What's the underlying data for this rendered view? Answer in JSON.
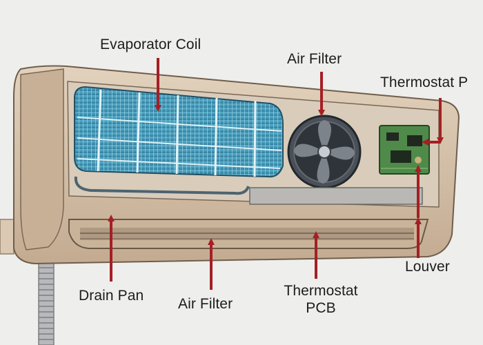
{
  "labels": {
    "evaporator_coil": "Evaporator Coil",
    "air_filter_top": "Air Filter",
    "thermostat_top": "Thermostat P",
    "louver": "Louver",
    "drain_pan": "Drain Pan",
    "air_filter_bottom": "Air Filter",
    "thermostat_bottom_line1": "Thermostat",
    "thermostat_bottom_line2": "PCB"
  },
  "colors": {
    "background": "#eeeeec",
    "casing": "#d4c0a8",
    "coil": "#3f97b8",
    "fan": "#3a4048",
    "pcb": "#4f8a4a",
    "arrow": "#a51f24",
    "label_text": "#1c1c1c"
  }
}
